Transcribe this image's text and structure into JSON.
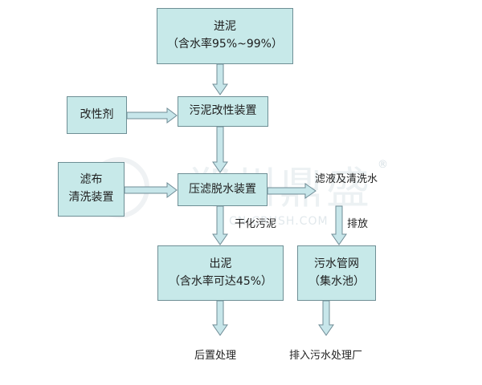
{
  "diagram": {
    "boxes": {
      "inlet_sludge": {
        "title": "进泥",
        "subtitle": "（含水率95%~99%）"
      },
      "modifier": {
        "title": "改性剂"
      },
      "modification_device": {
        "title": "污泥改性装置"
      },
      "filter_cloth_cleaning": {
        "title": "滤布",
        "subtitle": "清洗装置"
      },
      "press_dewatering": {
        "title": "压滤脱水装置"
      },
      "outlet_sludge": {
        "title": "出泥",
        "subtitle": "（含水率可达45%）"
      },
      "sewage_network": {
        "title": "污水管网",
        "subtitle": "（集水池）"
      }
    },
    "labels": {
      "filtrate": "滤液及清洗水",
      "dry_sludge": "干化污泥",
      "discharge": "排放",
      "post_treatment": "后置处理",
      "to_sewage_plant": "排入污水处理厂"
    },
    "watermark": {
      "brand": "郑州鼎盛",
      "site": "CN-CRUSH.COM",
      "registered_mark": "®"
    }
  },
  "colors": {
    "box_fill": "#c7e9e9",
    "box_border": "#6e8f95",
    "arrow_fill": "#c7e6ea",
    "arrow_stroke": "#6f8c96"
  }
}
